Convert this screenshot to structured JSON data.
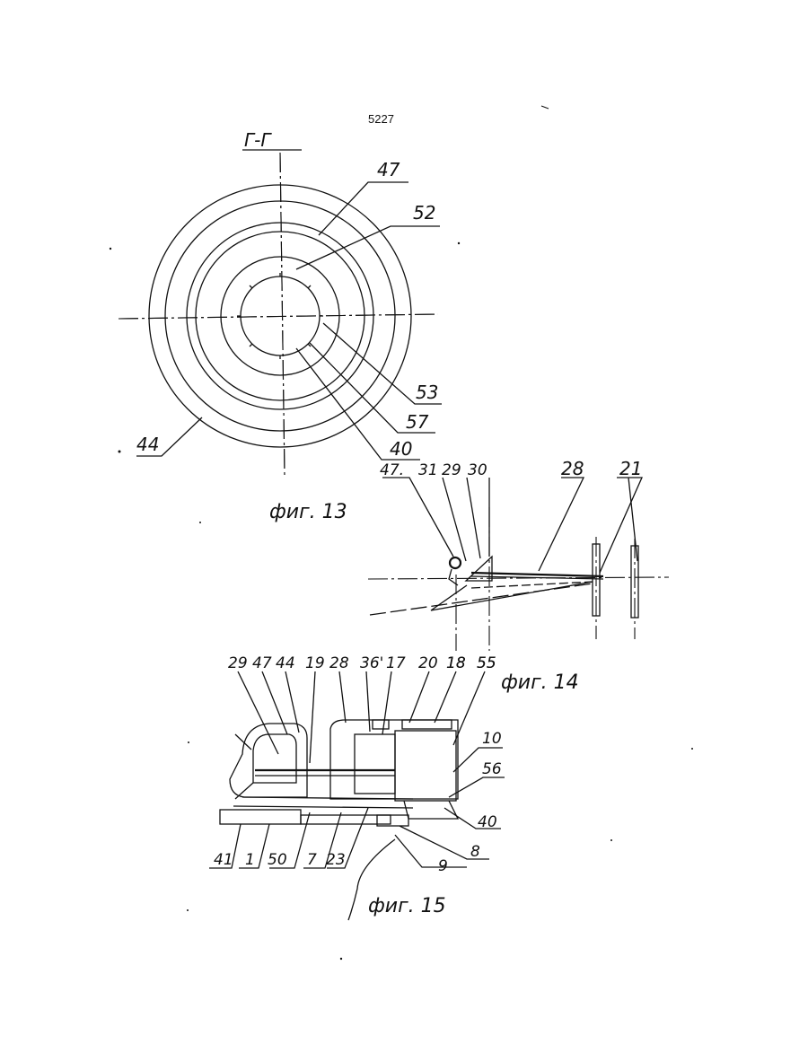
{
  "page_number": "5227",
  "fig13": {
    "section_label": "Г-Г",
    "caption": "фиг. 13",
    "labels": [
      "47",
      "52",
      "53",
      "57",
      "40",
      "44"
    ]
  },
  "fig14": {
    "caption": "фиг. 14",
    "labels": [
      "47.",
      "31",
      "29",
      "30",
      "28",
      "21",
      "18",
      "55"
    ]
  },
  "fig15": {
    "caption": "фиг. 15",
    "top_labels": [
      "29",
      "47",
      "44",
      "19",
      "28",
      "36'",
      "17",
      "20",
      "18",
      "55"
    ],
    "right_labels": [
      "10",
      "56",
      "40",
      "8",
      "9"
    ],
    "bottom_labels": [
      "41",
      "1",
      "50",
      "7",
      "23"
    ]
  }
}
